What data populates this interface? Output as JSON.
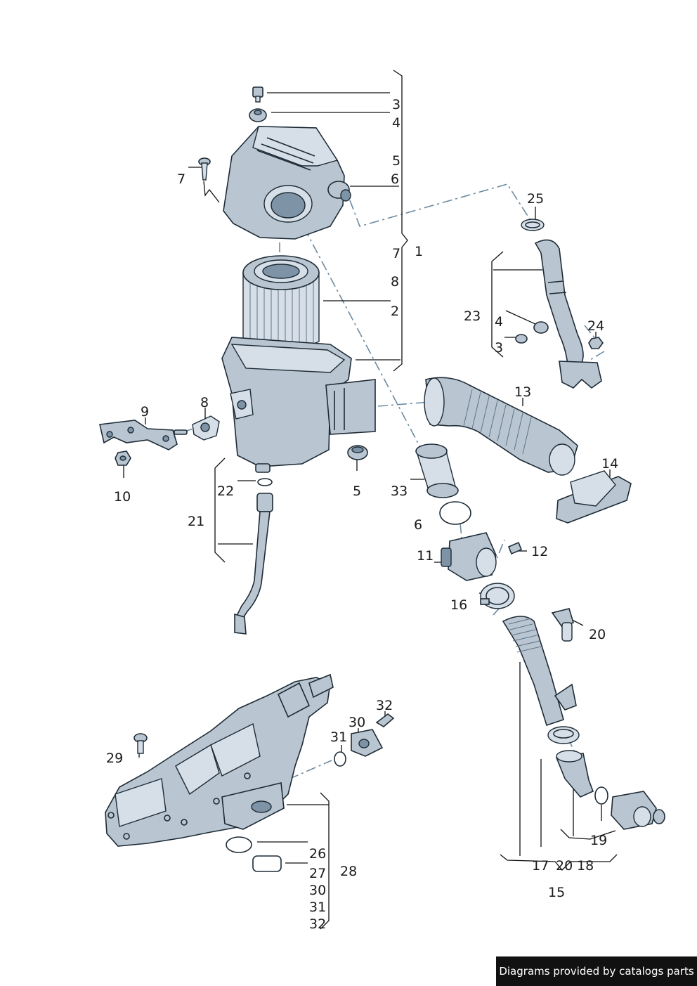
{
  "diagram": {
    "labels": {
      "l3a": "3",
      "l4a": "4",
      "l5a": "5",
      "l6a": "6",
      "l7a": "7",
      "l7b": "7",
      "l1": "1",
      "l8a": "8",
      "l2": "2",
      "l25": "25",
      "l23": "23",
      "l4b": "4",
      "l3b": "3",
      "l24": "24",
      "l9": "9",
      "l8b": "8",
      "l10": "10",
      "l5b": "5",
      "l13": "13",
      "l14": "14",
      "l33": "33",
      "l6b": "6",
      "l11": "11",
      "l12": "12",
      "l16": "16",
      "l22": "22",
      "l21": "21",
      "l20a": "20",
      "l32a": "32",
      "l30a": "30",
      "l31a": "31",
      "l29": "29",
      "l26": "26",
      "l27": "27",
      "l30b": "30",
      "l31b": "31",
      "l32b": "32",
      "l28": "28",
      "l19": "19",
      "l17": "17",
      "l20b": "20",
      "l18": "18",
      "l15": "15"
    }
  },
  "footer": {
    "credit": "Diagrams provided by catalogs parts"
  }
}
